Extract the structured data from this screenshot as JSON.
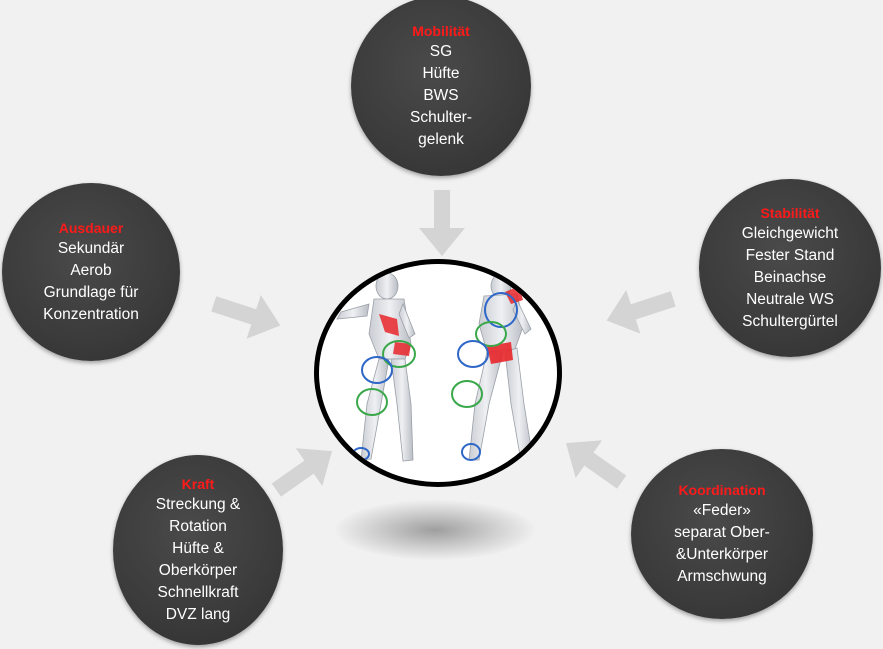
{
  "colors": {
    "background": "#f1f1f1",
    "bubble": "#3b3b3b",
    "title": "#ff1a1a",
    "text": "#ffffff",
    "arrow": "#d4d4d4",
    "ring_green": "#3aa84a",
    "ring_blue": "#2f67c8",
    "muscle_red": "#e8262a"
  },
  "bubbles": {
    "mobilitaet": {
      "title": "Mobilität",
      "lines": [
        "SG",
        "Hüfte",
        "BWS",
        "Schulter-",
        "gelenk"
      ]
    },
    "ausdauer": {
      "title": "Ausdauer",
      "lines": [
        "Sekundär",
        "Aerob",
        "Grundlage für",
        "Konzentration"
      ]
    },
    "stabilitaet": {
      "title": "Stabilität",
      "lines": [
        "Gleichgewicht",
        "Fester Stand",
        "Beinachse",
        "Neutrale WS",
        "Schultergürtel"
      ]
    },
    "kraft": {
      "title": "Kraft",
      "lines": [
        "Streckung &",
        "Rotation",
        "Hüfte &",
        "Oberkörper",
        "Schnellkraft",
        "DVZ lang"
      ]
    },
    "koordination": {
      "title": "Koordination",
      "lines": [
        "«Feder»",
        "separat Ober-",
        "&Unterkörper",
        "Armschwung"
      ]
    }
  },
  "center": {
    "icon": "golfer-body-illustration"
  }
}
